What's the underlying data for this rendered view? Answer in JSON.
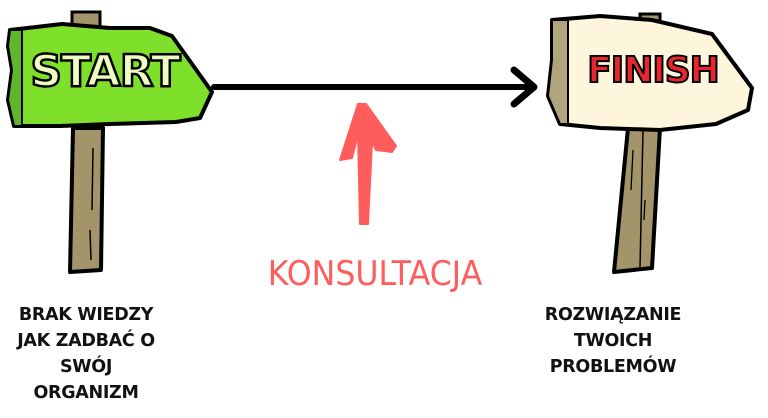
{
  "start_sign": {
    "label": "START",
    "board_color": "#7ee02a",
    "board_edge_color": "#5fb62a",
    "text_color": "#eefcc0"
  },
  "finish_sign": {
    "label": "FINISH",
    "board_color": "#fdf6dc",
    "board_edge_color": "#b0a47c",
    "text_color": "#e8262c"
  },
  "post_color": "#a39469",
  "connector_arrow": {
    "direction": "right",
    "color": "#000000"
  },
  "consultation": {
    "label": "KONSULTACJA",
    "arrow_direction": "up",
    "color": "#ff5c5c"
  },
  "start_caption": {
    "lines": [
      "BRAK WIEDZY",
      "JAK ZADBAĆ O",
      "SWÓJ",
      "ORGANIZM"
    ]
  },
  "finish_caption": {
    "lines": [
      "ROZWIĄZANIE",
      "TWOICH",
      "PROBLEMÓW"
    ]
  }
}
